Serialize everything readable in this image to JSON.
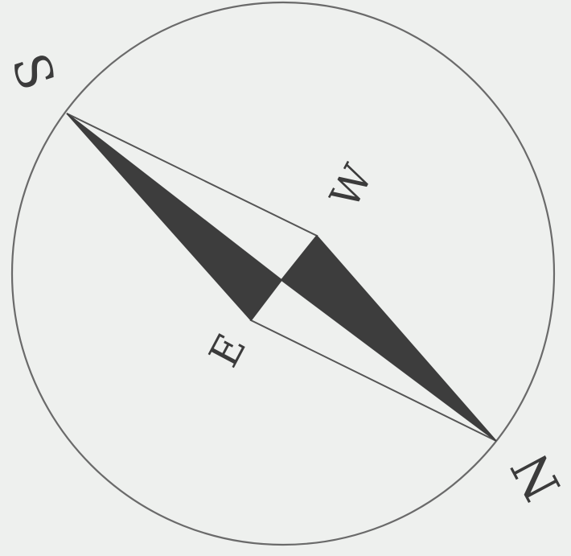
{
  "compass": {
    "labels": {
      "south": "S",
      "north": "N",
      "west": "W",
      "east": "E"
    },
    "colors": {
      "background": "#eef0ee",
      "ring": "#6a6a6a",
      "needle_fill": "#3d3d3d",
      "needle_outline": "#555555",
      "text": "#3b3b3b"
    }
  }
}
